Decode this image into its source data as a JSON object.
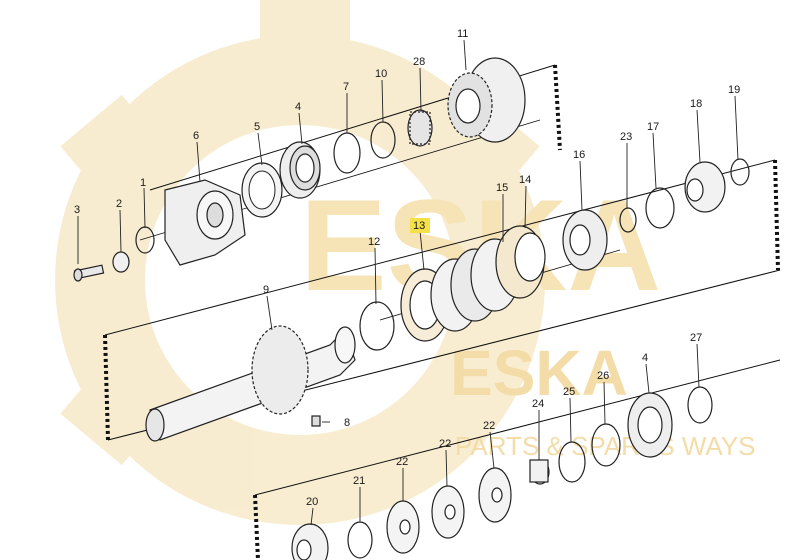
{
  "watermark": {
    "brand_large": "ESKA",
    "brand_small": "ESKA",
    "tagline": "PARTS & SPARES WAYS"
  },
  "callouts": [
    "1",
    "2",
    "3",
    "4",
    "4",
    "5",
    "6",
    "7",
    "8",
    "9",
    "10",
    "11",
    "12",
    "13",
    "14",
    "15",
    "16",
    "17",
    "18",
    "19",
    "20",
    "21",
    "22",
    "22",
    "22",
    "23",
    "24",
    "25",
    "26",
    "27",
    "28"
  ],
  "highlighted_callout": "13",
  "colors": {
    "watermark": "#f6e3b6",
    "highlight": "#f4e14a",
    "ink": "#222222"
  }
}
